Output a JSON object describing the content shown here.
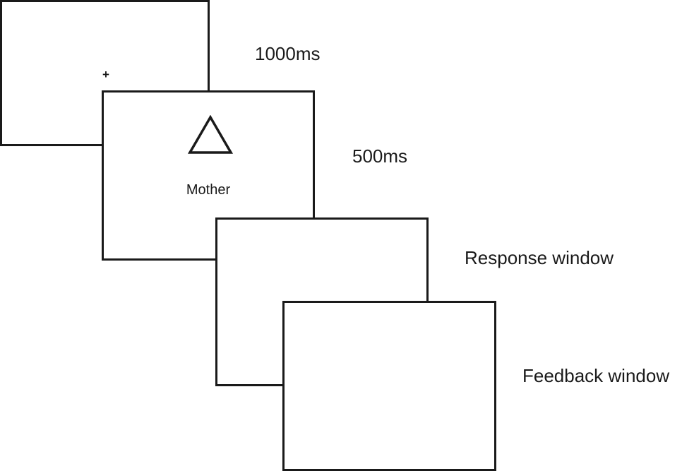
{
  "fixation": {
    "symbol": "+",
    "duration_label": "1000ms"
  },
  "stimulus": {
    "shape_icon": "triangle-outline",
    "word": "Mother",
    "duration_label": "500ms"
  },
  "response": {
    "label": "Response window"
  },
  "feedback": {
    "label": "Feedback window"
  },
  "colors": {
    "stroke": "#1a1a1a",
    "background": "#ffffff"
  }
}
